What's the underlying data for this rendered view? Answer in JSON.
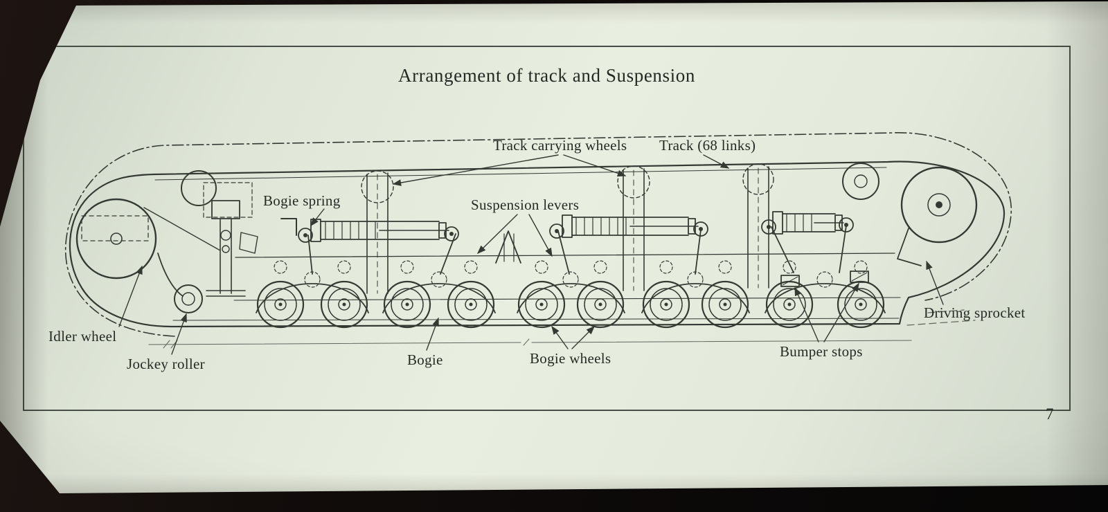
{
  "page": {
    "title": "Arrangement of track and Suspension",
    "page_number": "7"
  },
  "diagram": {
    "labels": {
      "track_carrying_wheels": "Track carrying wheels",
      "track_links": "Track (68 links)",
      "bogie_spring": "Bogie spring",
      "suspension_levers": "Suspension levers",
      "idler_wheel": "Idler wheel",
      "jockey_roller": "Jockey roller",
      "bogie": "Bogie",
      "bogie_wheels": "Bogie wheels",
      "bumper_stops": "Bumper stops",
      "driving_sprocket": "Driving sprocket"
    },
    "ink_color": "#343a33",
    "paper_color": "#e4eadd"
  }
}
